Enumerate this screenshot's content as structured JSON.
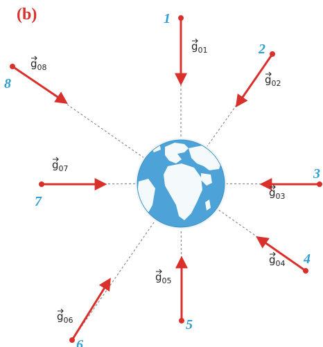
{
  "panel_label": "(b)",
  "colors": {
    "vector": "#d9302c",
    "dashed_line": "#8a8a8a",
    "number": "#2e9fd0",
    "ocean": "#4da3d8",
    "land": "#f4f9fc"
  },
  "icons": {
    "globe": "earth-globe-icon"
  },
  "points": [
    {
      "number": "1",
      "vector": "g",
      "subscript": "01"
    },
    {
      "number": "2",
      "vector": "g",
      "subscript": "02"
    },
    {
      "number": "3",
      "vector": "g",
      "subscript": "03"
    },
    {
      "number": "4",
      "vector": "g",
      "subscript": "04"
    },
    {
      "number": "5",
      "vector": "g",
      "subscript": "05"
    },
    {
      "number": "6",
      "vector": "g",
      "subscript": "06"
    },
    {
      "number": "7",
      "vector": "g",
      "subscript": "07"
    },
    {
      "number": "8",
      "vector": "g",
      "subscript": "08"
    }
  ]
}
